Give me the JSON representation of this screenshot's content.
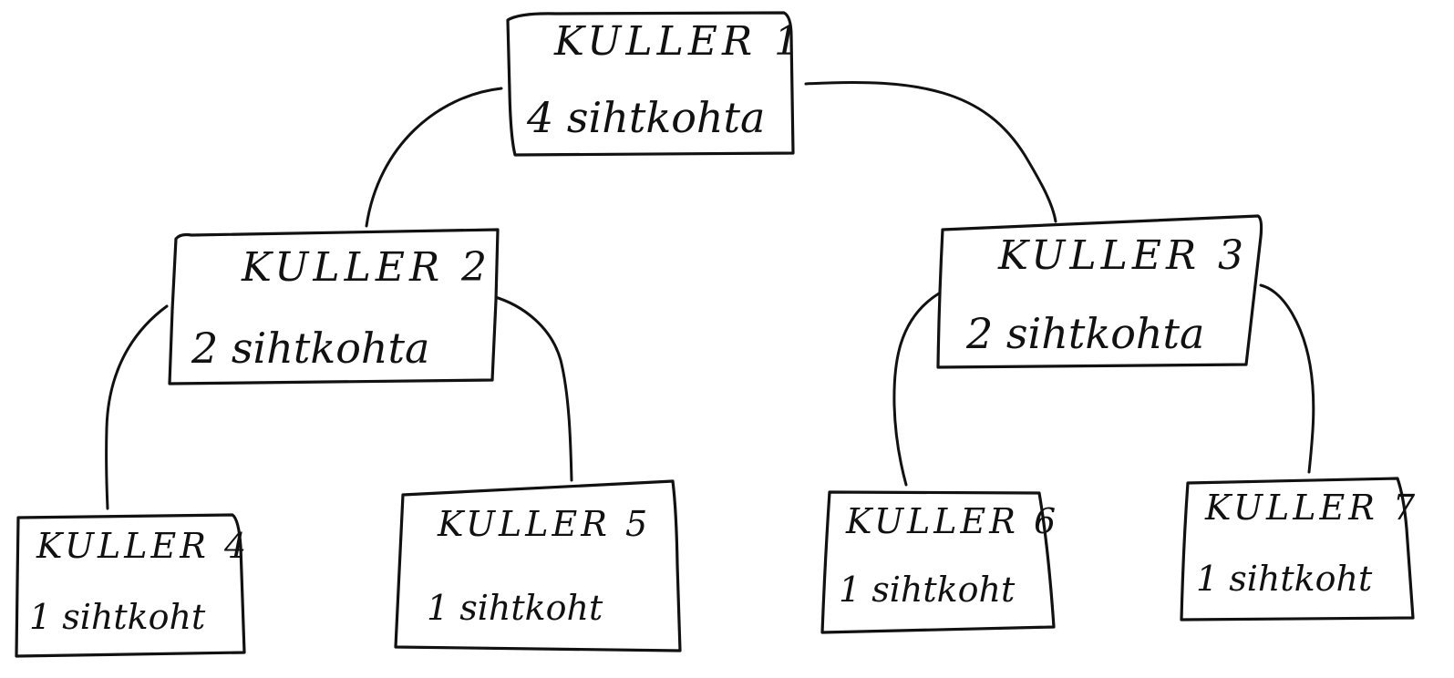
{
  "nodes": [
    {
      "id": "1",
      "name": "KULLER 1",
      "desc": "4 sihtkohta"
    },
    {
      "id": "2",
      "name": "KULLER 2",
      "desc": "2 sihtkohta"
    },
    {
      "id": "3",
      "name": "KULLER 3",
      "desc": "2 sihtkohta"
    },
    {
      "id": "4",
      "name": "KULLER 4",
      "desc": "1 sihtkoht"
    },
    {
      "id": "5",
      "name": "KULLER 5",
      "desc": "1 sihtkoht"
    },
    {
      "id": "6",
      "name": "KULLER 6",
      "desc": "1 sihtkoht"
    },
    {
      "id": "7",
      "name": "KULLER 7",
      "desc": "1 sihtkoht"
    }
  ],
  "edges": [
    {
      "from": "1",
      "to": "2"
    },
    {
      "from": "1",
      "to": "3"
    },
    {
      "from": "2",
      "to": "4"
    },
    {
      "from": "2",
      "to": "5"
    },
    {
      "from": "3",
      "to": "6"
    },
    {
      "from": "3",
      "to": "7"
    }
  ]
}
